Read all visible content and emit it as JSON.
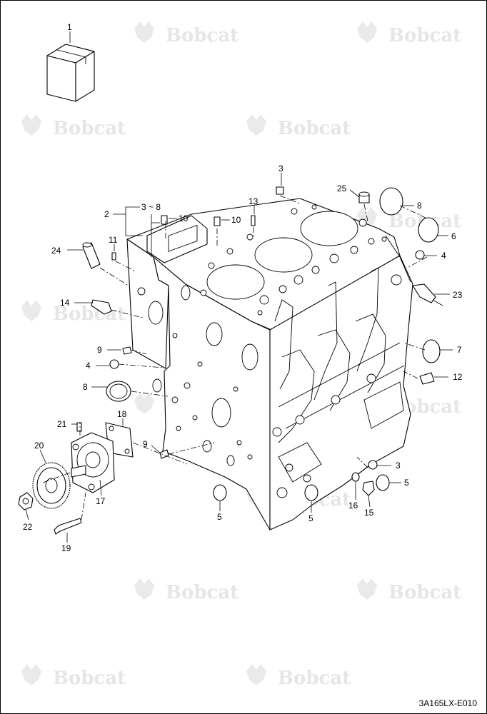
{
  "watermark": {
    "brand": "Bobcat",
    "logo_icon": "bobcat-head-logo-icon",
    "color": "#e6e6e6"
  },
  "drawing_ref": "3A165LX-E010",
  "callouts": {
    "c1": "1",
    "c2": "2",
    "c3_8": "3 ~ 8",
    "c10a": "10",
    "c10b": "10",
    "c11": "11",
    "c24": "24",
    "c13": "13",
    "c3a": "3",
    "c25": "25",
    "c8a": "8",
    "c6": "6",
    "c4a": "4",
    "c23": "23",
    "c14": "14",
    "c9a": "9",
    "c4b": "4",
    "c8b": "8",
    "c7": "7",
    "c12": "12",
    "c21": "21",
    "c18": "18",
    "c20": "20",
    "c9b": "9",
    "c3b": "3",
    "c5a": "5",
    "c5b": "5",
    "c5c": "5",
    "c16": "16",
    "c15": "15",
    "c17": "17",
    "c22": "22",
    "c19": "19"
  }
}
